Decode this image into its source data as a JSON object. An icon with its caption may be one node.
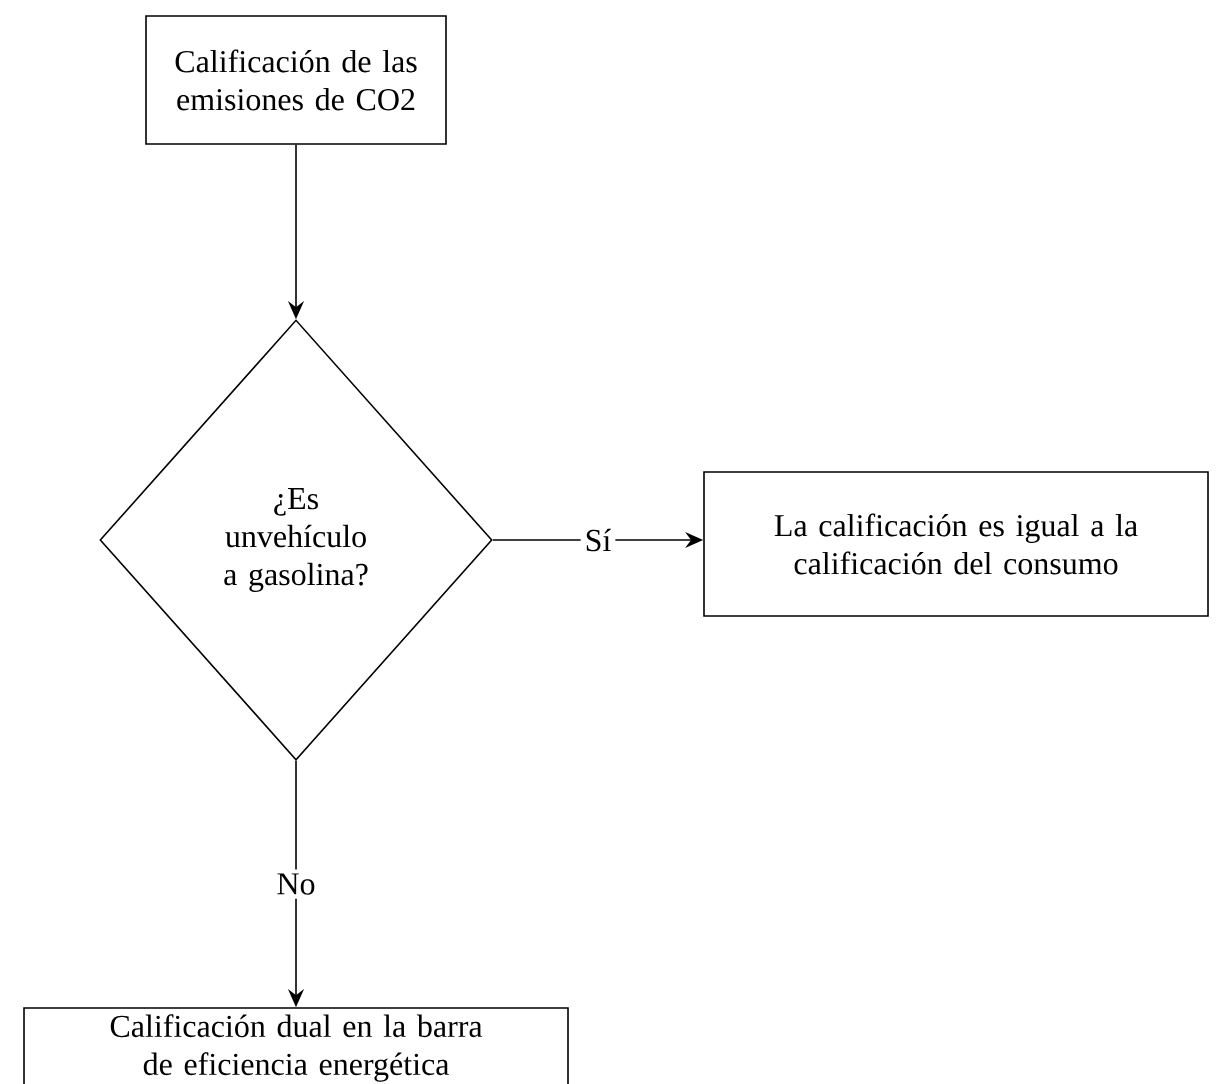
{
  "diagram": {
    "nodes": [
      {
        "text": [
          "Calificación de las emisiones de CO2"
        ]
      },
      {
        "text": [
          "¿Es unvehículo a gasolina?"
        ]
      },
      {
        "text": [
          "La calificación es igual a la calificación del consumo"
        ]
      },
      {
        "text": [
          "Calificación dual en la barra de eficiencia energética"
        ]
      }
    ],
    "edges": [
      {
        "from": 0,
        "to": 1,
        "arrow": "to"
      },
      {
        "from": 1,
        "to": 2,
        "arrow": "to",
        "label": "Sí"
      },
      {
        "from": 1,
        "to": 3,
        "arrow": "to",
        "label": "No"
      }
    ]
  }
}
